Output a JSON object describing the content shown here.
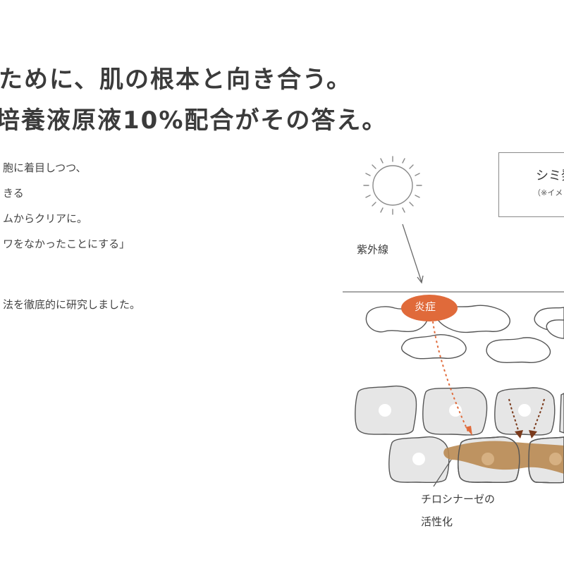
{
  "headline": {
    "line1": "ために、肌の根本と向き合う。",
    "line2": "培養液原液10%配合がその答え。"
  },
  "body_lines": [
    "胞に着目しつつ、",
    "きる",
    "ムからクリアに。",
    "ワをなかったことにする」",
    "",
    "法を徹底的に研究しました。"
  ],
  "diagram": {
    "note_title": "シミ発",
    "note_sub": "（※イメ",
    "uv_label": "紫外線",
    "inflammation_label": "炎症",
    "tyrosinase_line1": "チロシナーゼの",
    "tyrosinase_line2": "活性化",
    "colors": {
      "inflammation": "#e06a3a",
      "melanin": "#b98a52",
      "cell_fill": "#e6e6e6",
      "outline": "#555555"
    },
    "icons": [
      "sun-icon"
    ]
  }
}
